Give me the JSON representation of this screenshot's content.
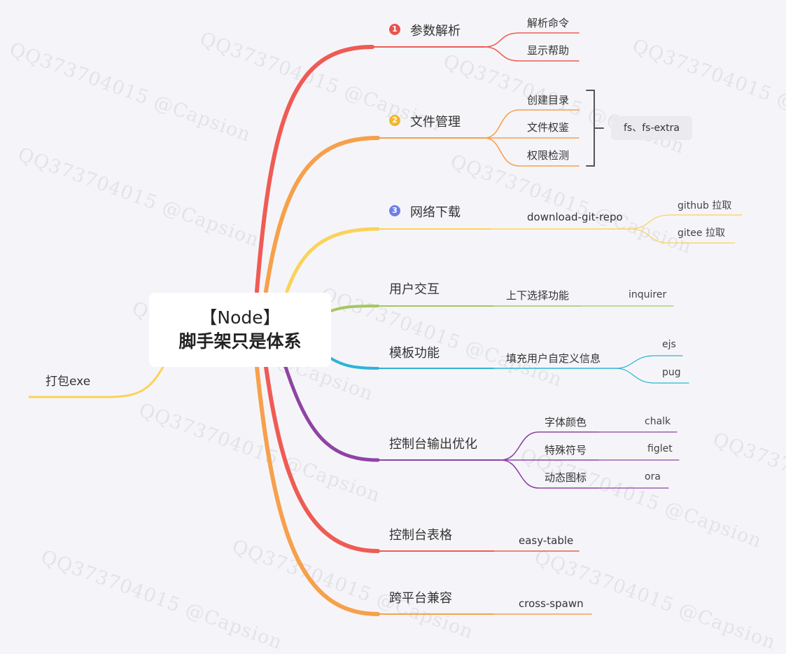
{
  "root": {
    "line1": "【Node】",
    "line2": "脚手架只是体系"
  },
  "watermark": "QQ373704015 @Capsion",
  "colors": {
    "red": "#ef5b54",
    "orange": "#f7a04b",
    "yellow": "#fbd25a",
    "green": "#a6c75e",
    "cyan": "#2eb3d6",
    "purple": "#8e44a3",
    "badge_red": "#e9534e",
    "badge_yellow": "#f5b52e",
    "badge_blue": "#6d7ee8"
  },
  "left_branch": {
    "label": "打包exe"
  },
  "branches": [
    {
      "label": "参数解析",
      "badge": "1",
      "children": [
        {
          "label": "解析命令"
        },
        {
          "label": "显示帮助"
        }
      ]
    },
    {
      "label": "文件管理",
      "badge": "2",
      "children": [
        {
          "label": "创建目录"
        },
        {
          "label": "文件权鉴"
        },
        {
          "label": "权限检测"
        }
      ],
      "summary": "fs、fs-extra"
    },
    {
      "label": "网络下载",
      "badge": "3",
      "children": [
        {
          "label": "download-git-repo",
          "children": [
            {
              "label": "github 拉取"
            },
            {
              "label": "gitee 拉取"
            }
          ]
        }
      ]
    },
    {
      "label": "用户交互",
      "children": [
        {
          "label": "上下选择功能",
          "children": [
            {
              "label": "inquirer"
            }
          ]
        }
      ]
    },
    {
      "label": "模板功能",
      "children": [
        {
          "label": "填充用户自定义信息",
          "children": [
            {
              "label": "ejs"
            },
            {
              "label": "pug"
            }
          ]
        }
      ]
    },
    {
      "label": "控制台输出优化",
      "children": [
        {
          "label": "字体颜色",
          "children": [
            {
              "label": "chalk"
            }
          ]
        },
        {
          "label": "特殊符号",
          "children": [
            {
              "label": "figlet"
            }
          ]
        },
        {
          "label": "动态图标",
          "children": [
            {
              "label": "ora"
            }
          ]
        }
      ]
    },
    {
      "label": "控制台表格",
      "children": [
        {
          "label": "easy-table"
        }
      ]
    },
    {
      "label": "跨平台兼容",
      "children": [
        {
          "label": "cross-spawn"
        }
      ]
    }
  ]
}
